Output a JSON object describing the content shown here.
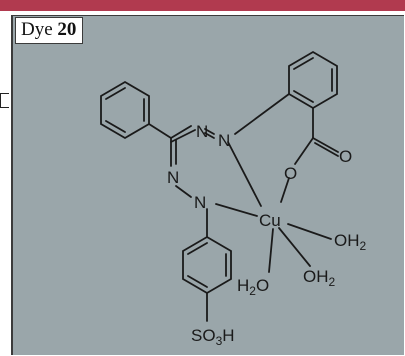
{
  "figure": {
    "label_prefix": "Dye ",
    "label_number": "20"
  },
  "atoms": {
    "n1": "N",
    "n2": "N",
    "n3": "N",
    "n4": "N",
    "o_ester": "O",
    "o_carbonyl": "O",
    "metal": "Cu",
    "water_right": "OH",
    "water_lower_right": "OH",
    "water_lower": "H",
    "water_lower_o": "O",
    "sub_2": "2",
    "sulfo_s": "SO",
    "sulfo_3": "3",
    "sulfo_h": "H"
  },
  "colors": {
    "top_strip": "#b13a4f",
    "panel_background": "#9aa6aa",
    "ink": "#1a1a1a"
  }
}
